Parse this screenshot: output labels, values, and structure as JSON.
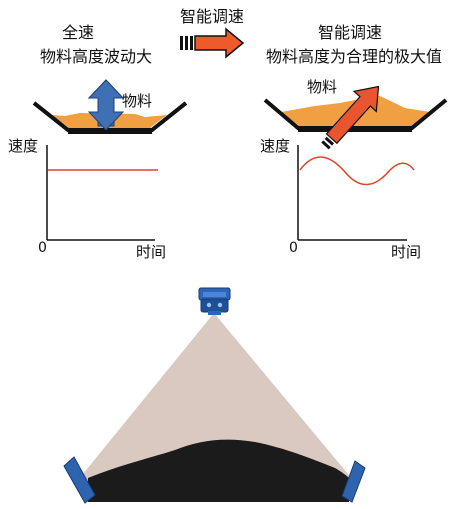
{
  "left_panel": {
    "title_line1": "全速",
    "title_line2": "物料高度波动大",
    "material_label": "物料",
    "y_axis_label": "速度",
    "x_axis_label": "时间",
    "origin_label": "0",
    "speed_curve": "constant"
  },
  "transition": {
    "label": "智能调速"
  },
  "right_panel": {
    "title_line1": "智能调速",
    "title_line2": "物料高度为合理的极大值",
    "material_label": "物料",
    "y_axis_label": "速度",
    "x_axis_label": "时间",
    "origin_label": "0",
    "speed_curve": "sinusoidal"
  },
  "colors": {
    "material_orange": "#F0A040",
    "speed_line_red": "#D9472B",
    "arrow_blue": "#3F6FB5",
    "arrow_red": "#E8552F",
    "scan_cone": "#D9C9C1",
    "material_pile_black": "#1B1B1B",
    "sensor_blue": "#2E66B5"
  },
  "icons": {
    "bidirectional_arrow": "up-down-arrow-icon",
    "direction_arrow": "right-arrow-icon",
    "fill_arrow": "diagonal-up-arrow-icon",
    "sensor": "3d-scanner-icon"
  }
}
